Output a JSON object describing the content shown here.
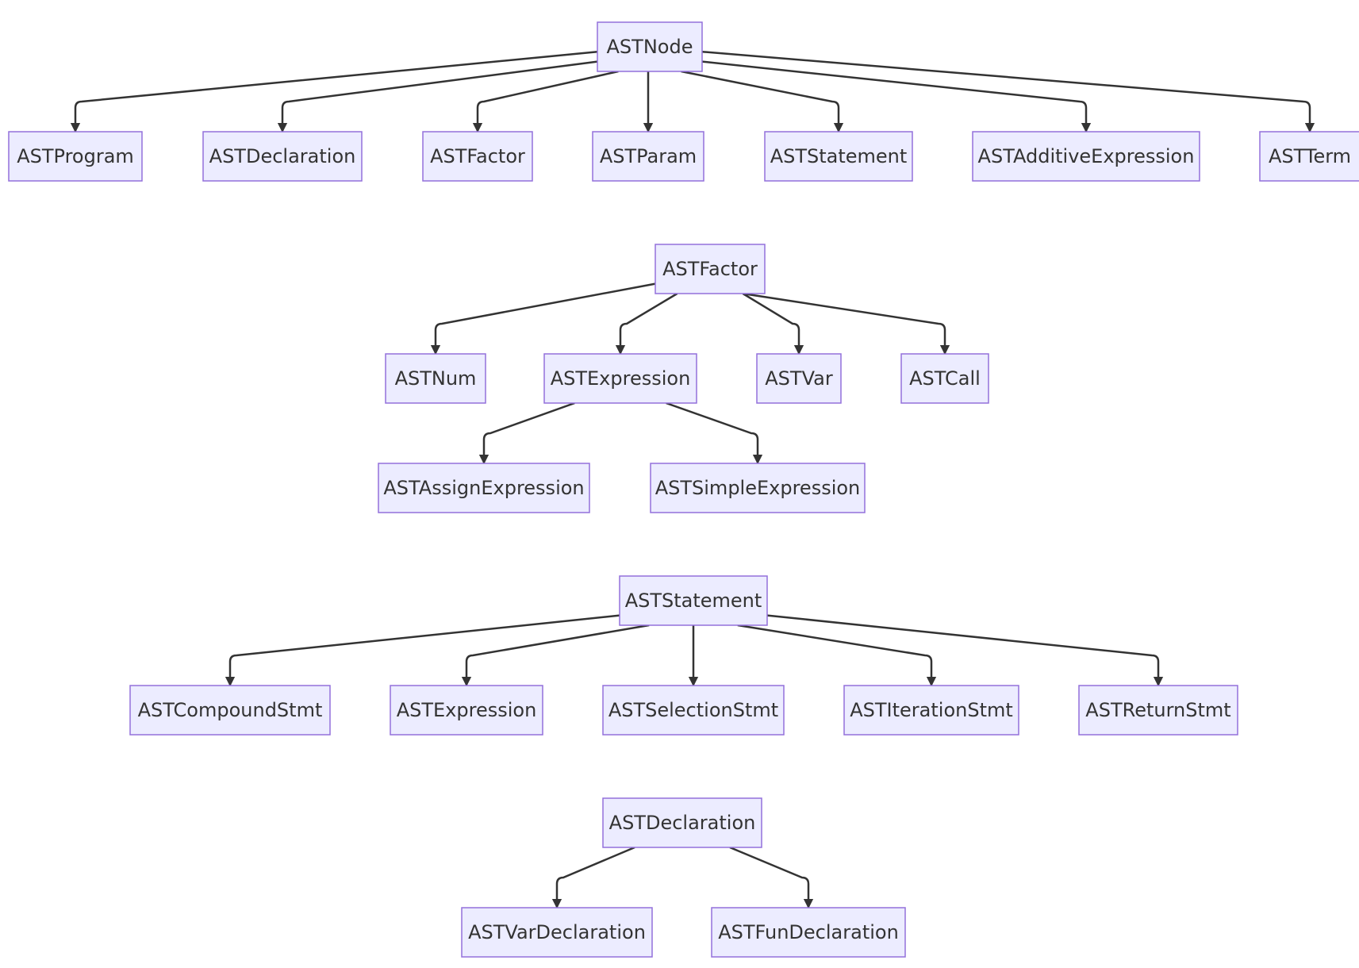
{
  "trees": [
    {
      "root": {
        "id": "ast-node",
        "label": "ASTNode"
      },
      "children": [
        {
          "id": "ast-program",
          "label": "ASTProgram"
        },
        {
          "id": "ast-declaration",
          "label": "ASTDeclaration"
        },
        {
          "id": "ast-factor",
          "label": "ASTFactor"
        },
        {
          "id": "ast-param",
          "label": "ASTParam"
        },
        {
          "id": "ast-statement",
          "label": "ASTStatement"
        },
        {
          "id": "ast-additive-expression",
          "label": "ASTAdditiveExpression"
        },
        {
          "id": "ast-term",
          "label": "ASTTerm"
        }
      ]
    },
    {
      "root": {
        "id": "ast-factor-root",
        "label": "ASTFactor"
      },
      "children": [
        {
          "id": "ast-num",
          "label": "ASTNum"
        },
        {
          "id": "ast-expression",
          "label": "ASTExpression",
          "children": [
            {
              "id": "ast-assign-expression",
              "label": "ASTAssignExpression"
            },
            {
              "id": "ast-simple-expression",
              "label": "ASTSimpleExpression"
            }
          ]
        },
        {
          "id": "ast-var",
          "label": "ASTVar"
        },
        {
          "id": "ast-call",
          "label": "ASTCall"
        }
      ]
    },
    {
      "root": {
        "id": "ast-statement-root",
        "label": "ASTStatement"
      },
      "children": [
        {
          "id": "ast-compound-stmt",
          "label": "ASTCompoundStmt"
        },
        {
          "id": "ast-expression-stmt",
          "label": "ASTExpression"
        },
        {
          "id": "ast-selection-stmt",
          "label": "ASTSelectionStmt"
        },
        {
          "id": "ast-iteration-stmt",
          "label": "ASTIterationStmt"
        },
        {
          "id": "ast-return-stmt",
          "label": "ASTReturnStmt"
        }
      ]
    },
    {
      "root": {
        "id": "ast-declaration-root",
        "label": "ASTDeclaration"
      },
      "children": [
        {
          "id": "ast-var-declaration",
          "label": "ASTVarDeclaration"
        },
        {
          "id": "ast-fun-declaration",
          "label": "ASTFunDeclaration"
        }
      ]
    }
  ],
  "colors": {
    "node_fill": "#ECECFF",
    "node_border": "#9370DB",
    "edge": "#333333",
    "text": "#333333"
  }
}
